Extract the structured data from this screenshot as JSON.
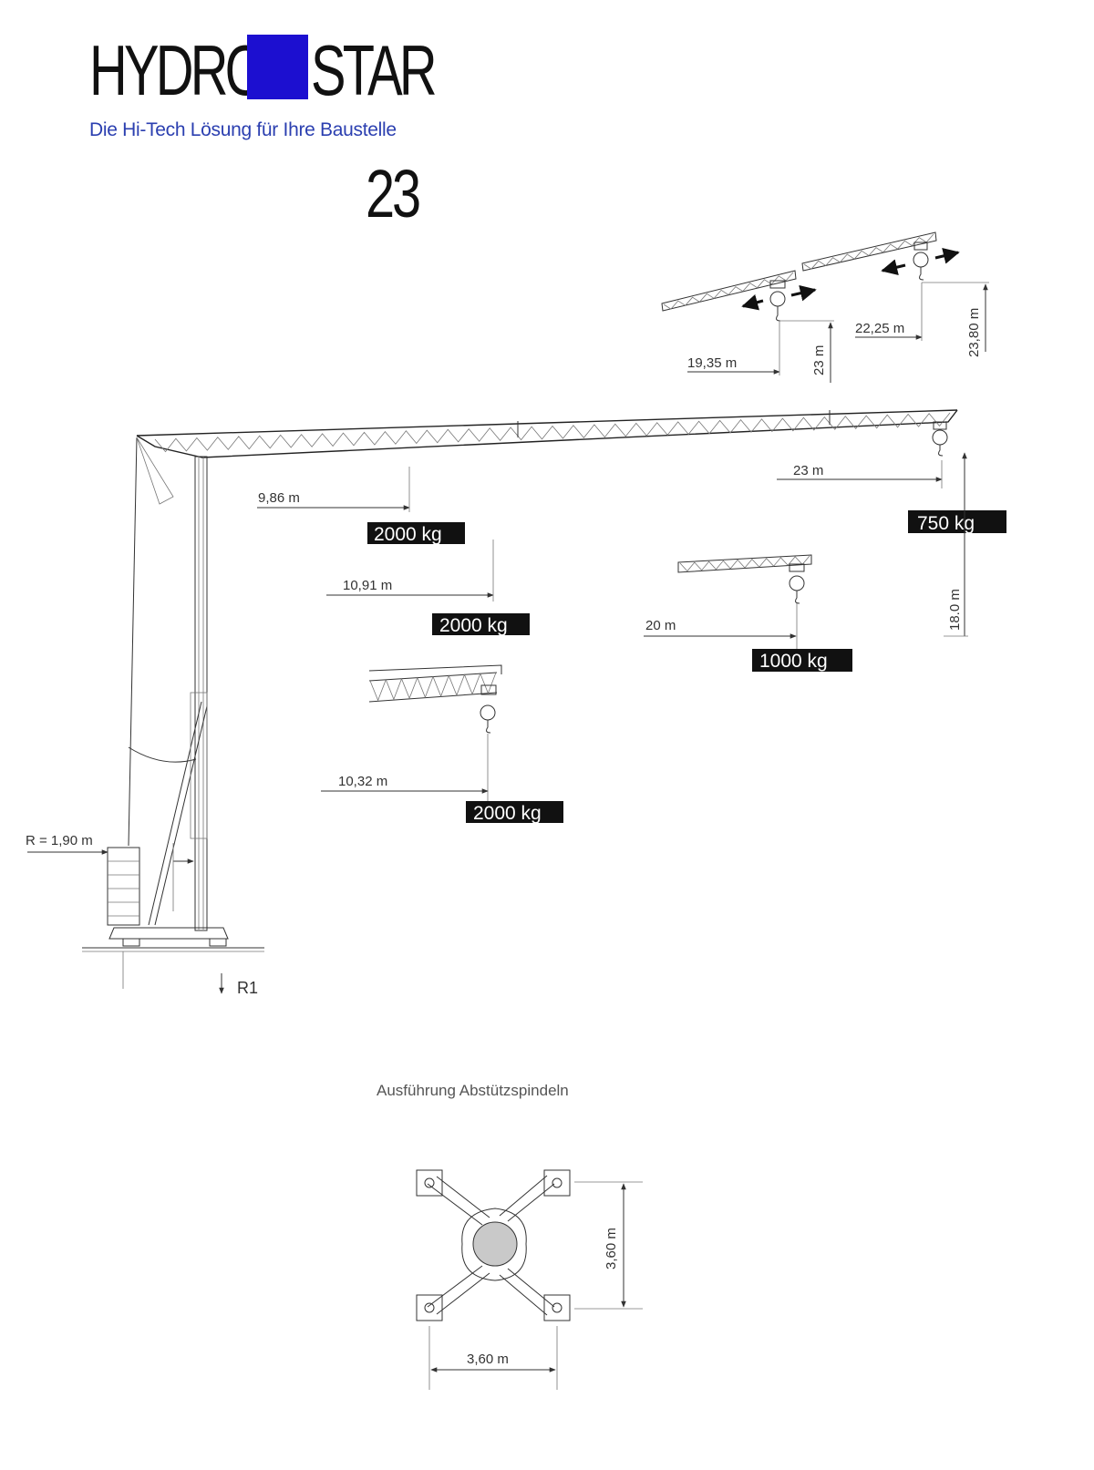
{
  "brand": {
    "word1": "HYDRO",
    "word2": "STAR",
    "tagline": "Die Hi-Tech Lösung für Ihre Baustelle",
    "model": "23",
    "square_color": "#1c0fd0",
    "tagline_color": "#2b3fb0"
  },
  "dimensions": {
    "small_jib_1_radius": "19,35 m",
    "small_jib_1_height": "23 m",
    "small_jib_2_radius": "22,25 m",
    "small_jib_2_height": "23,80 m",
    "tip_radius": "23 m",
    "hook_height": "18.0 m",
    "radius_9_86": "9,86 m",
    "radius_10_91": "10,91 m",
    "radius_20": "20 m",
    "radius_10_32": "10,32 m",
    "counterweight_radius": "R = 1,90 m",
    "reaction": "R1",
    "base_width": "3,60 m",
    "base_height": "3,60 m"
  },
  "loads": {
    "load_9_86": "2000 kg",
    "load_10_91": "2000 kg",
    "load_20": "1000 kg",
    "load_10_32": "2000 kg",
    "load_tip": "750 kg"
  },
  "footer": {
    "outrigger_title": "Ausführung Abstützspindeln"
  }
}
